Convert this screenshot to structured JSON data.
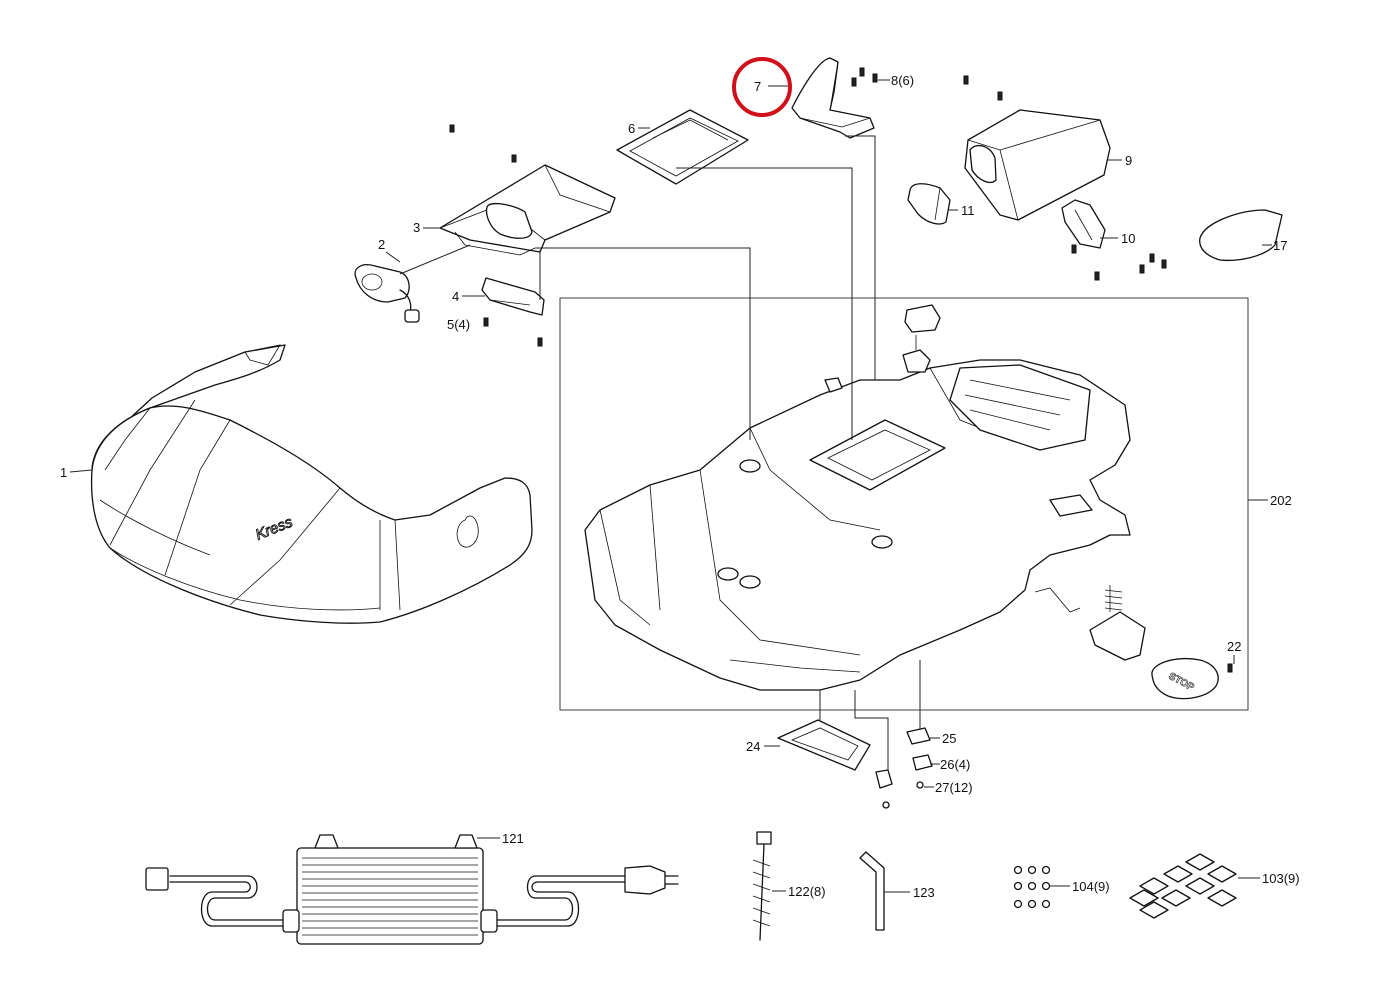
{
  "diagram": {
    "type": "exploded-parts-view",
    "highlight_color": "#d0101a",
    "line_color": "#111111",
    "highlighted_part": "7",
    "callouts": [
      {
        "id": "1",
        "label": "1"
      },
      {
        "id": "2",
        "label": "2"
      },
      {
        "id": "3",
        "label": "3"
      },
      {
        "id": "4",
        "label": "4"
      },
      {
        "id": "5",
        "label": "5(4)"
      },
      {
        "id": "6",
        "label": "6"
      },
      {
        "id": "7",
        "label": "7"
      },
      {
        "id": "8",
        "label": "8(6)"
      },
      {
        "id": "9",
        "label": "9"
      },
      {
        "id": "10",
        "label": "10"
      },
      {
        "id": "11",
        "label": "11"
      },
      {
        "id": "17",
        "label": "17"
      },
      {
        "id": "22",
        "label": "22"
      },
      {
        "id": "24",
        "label": "24"
      },
      {
        "id": "25",
        "label": "25"
      },
      {
        "id": "26",
        "label": "26(4)"
      },
      {
        "id": "27",
        "label": "27(12)"
      },
      {
        "id": "121",
        "label": "121"
      },
      {
        "id": "122",
        "label": "122(8)"
      },
      {
        "id": "123",
        "label": "123"
      },
      {
        "id": "104",
        "label": "104(9)"
      },
      {
        "id": "103",
        "label": "103(9)"
      },
      {
        "id": "202",
        "label": "202"
      }
    ],
    "markings": {
      "logo": "Kress",
      "stop_button": "STOP"
    }
  }
}
